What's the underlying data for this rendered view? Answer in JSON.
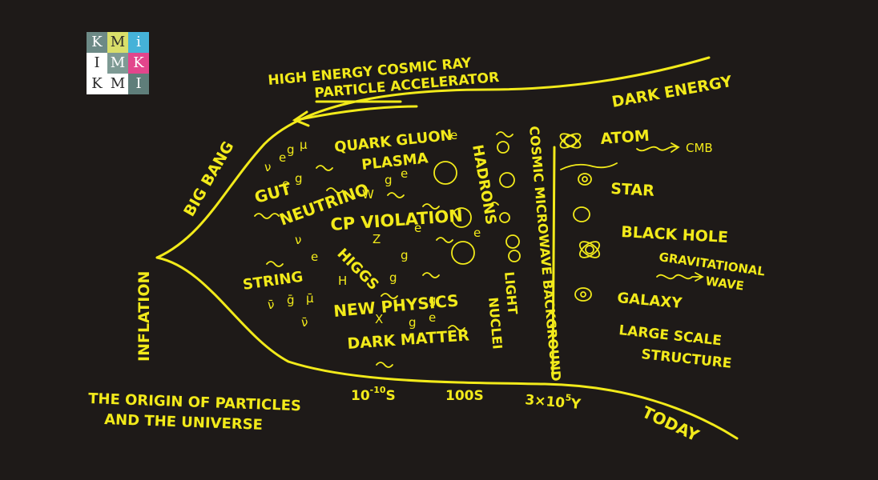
{
  "colors": {
    "chalk": "#f2ea1a",
    "background": "#1e1a18"
  },
  "logo": {
    "cells": [
      {
        "letter": "K",
        "bg": "#6d8a86",
        "fg": "#ffffff"
      },
      {
        "letter": "M",
        "bg": "#d9df6a",
        "fg": "#2a2a2a"
      },
      {
        "letter": "i",
        "bg": "#45b2d8",
        "fg": "#ffffff"
      },
      {
        "letter": "I",
        "bg": "#ffffff",
        "fg": "#2a2a2a"
      },
      {
        "letter": "M",
        "bg": "#7e9a94",
        "fg": "#ffffff"
      },
      {
        "letter": "K",
        "bg": "#e2468c",
        "fg": "#ffffff"
      },
      {
        "letter": "K",
        "bg": "#ffffff",
        "fg": "#2a2a2a"
      },
      {
        "letter": "M",
        "bg": "#ffffff",
        "fg": "#2a2a2a"
      },
      {
        "letter": "I",
        "bg": "#5f7e7a",
        "fg": "#ffffff"
      }
    ]
  },
  "labels": {
    "high_energy": "HIGH ENERGY COSMIC RAY",
    "accelerator": "PARTICLE ACCELERATOR",
    "dark_energy": "DARK ENERGY",
    "big_bang": "BIG BANG",
    "inflation": "INFLATION",
    "qgp1": "QUARK GLUON",
    "qgp2": "PLASMA",
    "gut": "GUT",
    "neutrino": "NEUTRINO",
    "cp": "CP VIOLATION",
    "string": "STRING",
    "higgs": "HIGGS",
    "new_physics": "NEW PHYSICS",
    "dark_matter": "DARK MATTER",
    "hadrons": "HADRONS",
    "cmb_text": "COSMIC MICROWAVE BACKGROUND",
    "light1": "LIGHT",
    "light2": "NUCLEI",
    "atom": "ATOM",
    "cmb": "CMB",
    "star": "STAR",
    "black_hole": "BLACK HOLE",
    "grav1": "GRAVITATIONAL",
    "grav2": "WAVE",
    "galaxy": "GALAXY",
    "lss1": "LARGE SCALE",
    "lss2": "STRUCTURE",
    "origin1": "THE ORIGIN OF PARTICLES",
    "origin2": "AND THE UNIVERSE",
    "today": "TODAY",
    "t1_base": "10",
    "t1_exp": "-10",
    "t1_unit": "S",
    "t2": "100S",
    "t3_base": "3×10",
    "t3_exp": "5",
    "t3_unit": "Y"
  },
  "symbols": {
    "nu": "ν",
    "e": "e",
    "g": "g",
    "mu": "μ",
    "W": "W",
    "Z": "Z",
    "H": "H",
    "X": "X",
    "nubar": "ν̄",
    "mubar": "μ̄",
    "gbar": "ḡ"
  }
}
